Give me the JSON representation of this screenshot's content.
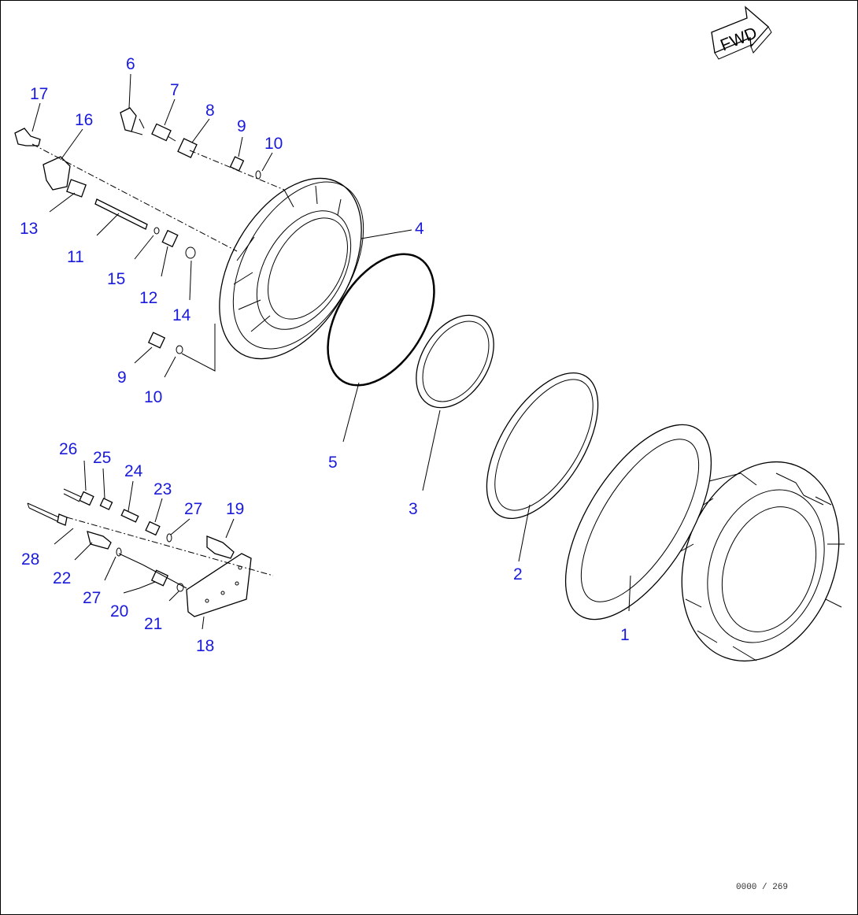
{
  "direction_indicator": "FWD",
  "drawing_code": "0000 / 269",
  "callouts": [
    "1",
    "2",
    "3",
    "4",
    "5",
    "6",
    "7",
    "8",
    "9",
    "10",
    "9",
    "10",
    "11",
    "12",
    "13",
    "14",
    "15",
    "16",
    "17",
    "18",
    "19",
    "20",
    "21",
    "22",
    "23",
    "24",
    "25",
    "26",
    "27",
    "27",
    "28"
  ],
  "colors": {
    "callout": "#1a1adc",
    "line": "#000000",
    "background": "#ffffff"
  }
}
